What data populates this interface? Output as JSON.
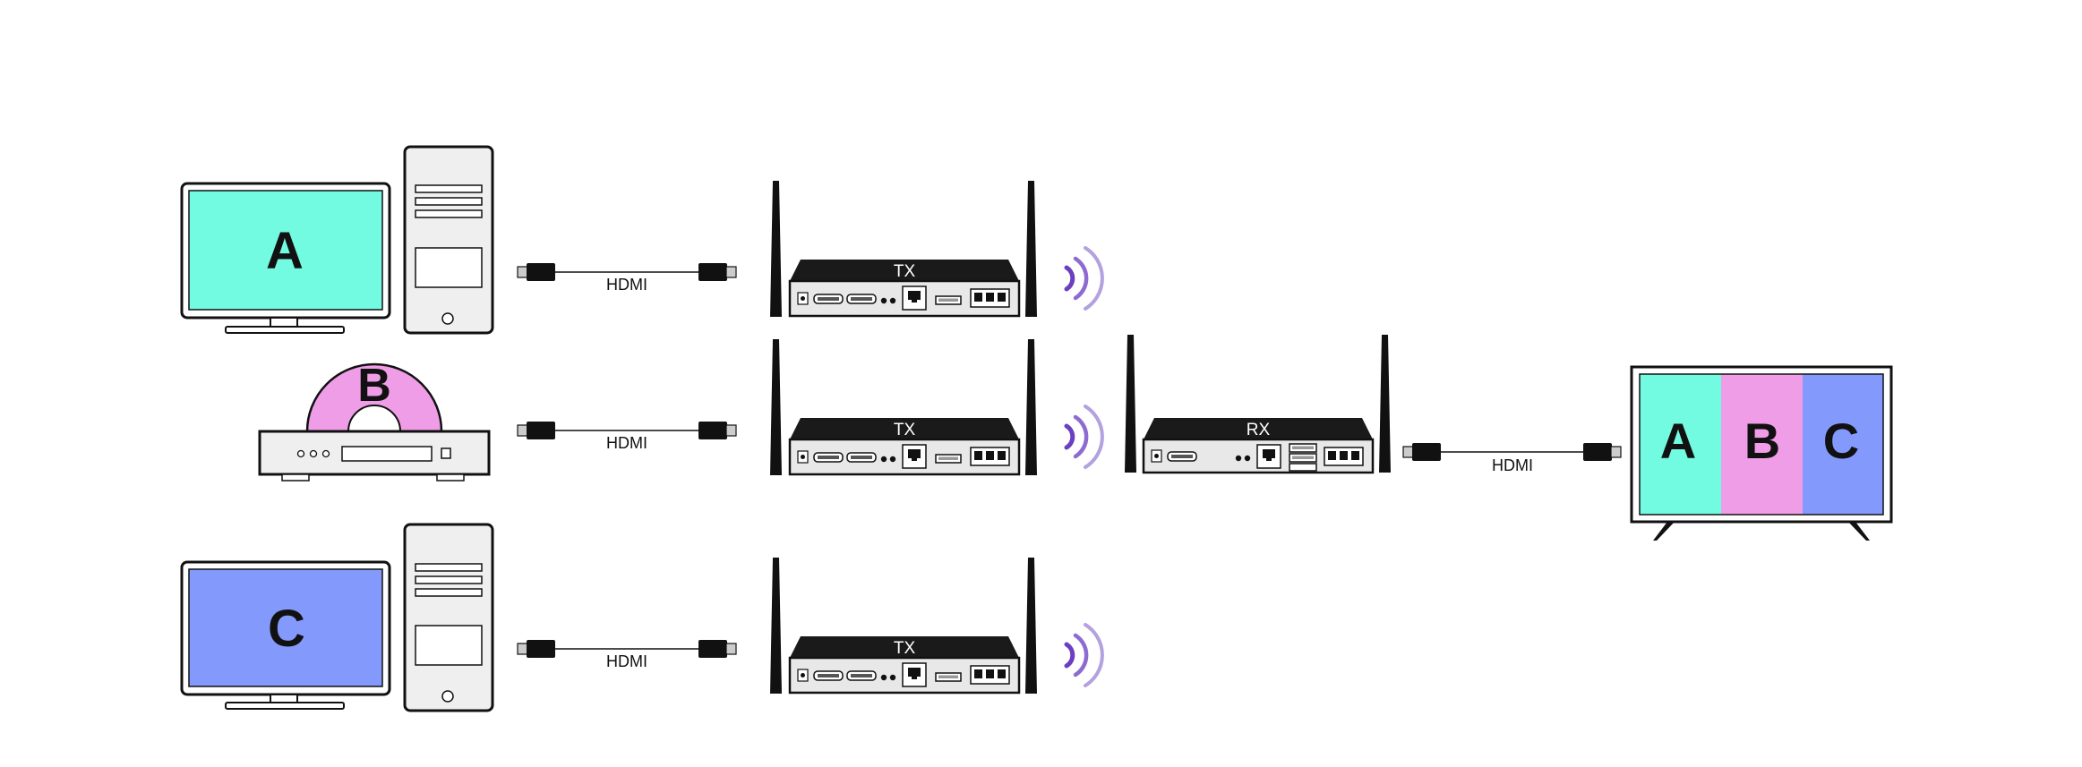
{
  "sources": [
    {
      "label": "A",
      "screen_color": "#72fbe0",
      "kind": "computer"
    },
    {
      "label": "B",
      "disc_color": "#f09de8",
      "kind": "blu-ray-player"
    },
    {
      "label": "C",
      "screen_color": "#8499fc",
      "kind": "computer"
    }
  ],
  "cables": {
    "left_1": "HDMI",
    "left_2": "HDMI",
    "left_3": "HDMI",
    "right": "HDMI"
  },
  "transmitters": [
    {
      "label": "TX"
    },
    {
      "label": "TX"
    },
    {
      "label": "TX"
    }
  ],
  "receiver": {
    "label": "RX"
  },
  "display": {
    "segments": [
      {
        "label": "A",
        "color": "#72fbe0"
      },
      {
        "label": "B",
        "color": "#f09de8"
      },
      {
        "label": "C",
        "color": "#8499fc"
      }
    ]
  },
  "colors": {
    "signal": "#7b55c8",
    "device_body": "#e8e8e8",
    "device_top": "#1a1a1a"
  }
}
